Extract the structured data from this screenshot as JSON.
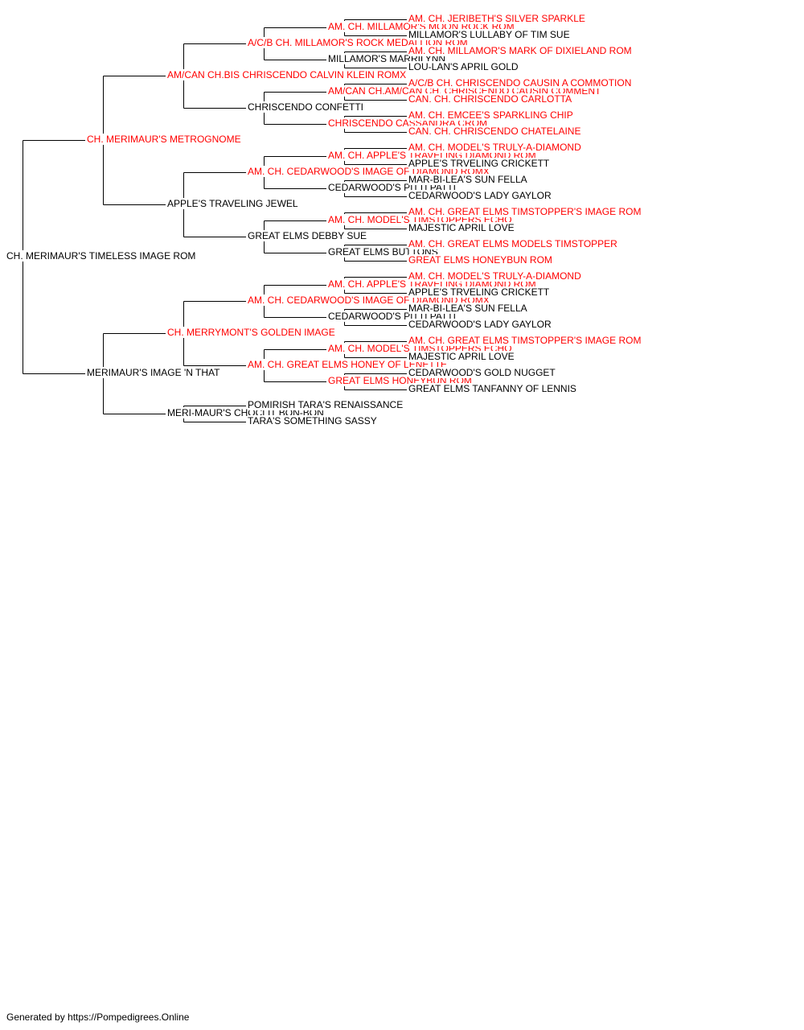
{
  "colors": {
    "champion": "#ff0000",
    "normal": "#000000",
    "line": "#000000"
  },
  "pedigree": {
    "name": "CH. MERIMAUR'S TIMELESS IMAGE ROM",
    "champion": false,
    "sire": {
      "name": "CH. MERIMAUR'S METROGNOME",
      "champion": true,
      "sire": {
        "name": "AM/CAN CH.BIS CHRISCENDO CALVIN KLEIN ROMX",
        "champion": true,
        "sire": {
          "name": "A/C/B CH. MILLAMOR'S ROCK MEDALLION ROM",
          "champion": true,
          "sire": {
            "name": "AM. CH. MILLAMOR'S MOON ROCK ROM",
            "champion": true,
            "sire": {
              "name": "AM. CH. JERIBETH'S SILVER SPARKLE",
              "champion": true
            },
            "dam": {
              "name": "MILLAMOR'S LULLABY OF TIM SUE",
              "champion": false
            }
          },
          "dam": {
            "name": "MILLAMOR'S MARRILYNN",
            "champion": false,
            "sire": {
              "name": "AM. CH. MILLAMOR'S MARK OF DIXIELAND ROM",
              "champion": true
            },
            "dam": {
              "name": "LOU-LAN'S APRIL GOLD",
              "champion": false
            }
          }
        },
        "dam": {
          "name": "CHRISCENDO CONFETTI",
          "champion": false,
          "sire": {
            "name": "AM/CAN CH.AM/CAN CH. CHRISCENDO CAUSIN COMMENT",
            "champion": true,
            "sire": {
              "name": "A/C/B CH. CHRISCENDO CAUSIN A COMMOTION",
              "champion": true
            },
            "dam": {
              "name": "CAN. CH. CHRISCENDO CARLOTTA",
              "champion": true
            }
          },
          "dam": {
            "name": "CHRISCENDO CASSANDRA CROM",
            "champion": true,
            "sire": {
              "name": "AM. CH. EMCEE'S SPARKLING CHIP",
              "champion": true
            },
            "dam": {
              "name": "CAN. CH. CHRISCENDO CHATELAINE",
              "champion": true
            }
          }
        }
      },
      "dam": {
        "name": "APPLE'S TRAVELING JEWEL",
        "champion": false,
        "sire": {
          "name": "AM. CH. CEDARWOOD'S IMAGE OF DIAMOND ROMX",
          "champion": true,
          "sire": {
            "name": "AM. CH. APPLE'S TRAVELING DIAMOND ROM",
            "champion": true,
            "sire": {
              "name": "AM. CH. MODEL'S TRULY-A-DIAMOND",
              "champion": true
            },
            "dam": {
              "name": "APPLE'S TRVELING CRICKETT",
              "champion": false
            }
          },
          "dam": {
            "name": "CEDARWOOD'S PITTI PATTI",
            "champion": false,
            "sire": {
              "name": "MAR-BI-LEA'S SUN FELLA",
              "champion": false
            },
            "dam": {
              "name": "CEDARWOOD'S LADY GAYLOR",
              "champion": false
            }
          }
        },
        "dam": {
          "name": "GREAT ELMS DEBBY SUE",
          "champion": false,
          "sire": {
            "name": "AM. CH. MODEL'S TIMSTOPPERS ECHO",
            "champion": true,
            "sire": {
              "name": "AM. CH. GREAT ELMS TIMSTOPPER'S IMAGE ROM",
              "champion": true
            },
            "dam": {
              "name": "MAJESTIC APRIL LOVE",
              "champion": false
            }
          },
          "dam": {
            "name": "GREAT ELMS BUTTONS",
            "champion": false,
            "sire": {
              "name": "AM. CH. GREAT ELMS MODELS TIMSTOPPER",
              "champion": true
            },
            "dam": {
              "name": "GREAT ELMS HONEYBUN ROM",
              "champion": true
            }
          }
        }
      }
    },
    "dam": {
      "name": "MERIMAUR'S IMAGE 'N THAT",
      "champion": false,
      "sire": {
        "name": "CH. MERRYMONT'S GOLDEN IMAGE",
        "champion": true,
        "sire": {
          "name": "AM. CH. CEDARWOOD'S IMAGE OF DIAMOND ROMX",
          "champion": true,
          "sire": {
            "name": "AM. CH. APPLE'S TRAVELING DIAMOND ROM",
            "champion": true,
            "sire": {
              "name": "AM. CH. MODEL'S TRULY-A-DIAMOND",
              "champion": true
            },
            "dam": {
              "name": "APPLE'S TRVELING CRICKETT",
              "champion": false
            }
          },
          "dam": {
            "name": "CEDARWOOD'S PITTI PATTI",
            "champion": false,
            "sire": {
              "name": "MAR-BI-LEA'S SUN FELLA",
              "champion": false
            },
            "dam": {
              "name": "CEDARWOOD'S LADY GAYLOR",
              "champion": false
            }
          }
        },
        "dam": {
          "name": "AM. CH. GREAT ELMS HONEY OF LENETTE",
          "champion": true,
          "sire": {
            "name": "AM. CH. MODEL'S TIMSTOPPERS ECHO",
            "champion": true,
            "sire": {
              "name": "AM. CH. GREAT ELMS TIMSTOPPER'S IMAGE ROM",
              "champion": true
            },
            "dam": {
              "name": "MAJESTIC APRIL LOVE",
              "champion": false
            }
          },
          "dam": {
            "name": "GREAT ELMS HONEYBUN ROM",
            "champion": true,
            "sire": {
              "name": "CEDARWOOD'S GOLD NUGGET",
              "champion": false
            },
            "dam": {
              "name": "GREAT ELMS TANFANNY OF LENNIS",
              "champion": false
            }
          }
        }
      },
      "dam": {
        "name": "MERI-MAUR'S CHOCLIT BON-BON",
        "champion": false,
        "sire": {
          "name": "POMIRISH TARA'S RENAISSANCE",
          "champion": false
        },
        "dam": {
          "name": "TARA'S SOMETHING SASSY",
          "champion": false
        }
      }
    }
  },
  "footer": {
    "text": "Generated by https://Pompedigrees.Online"
  }
}
